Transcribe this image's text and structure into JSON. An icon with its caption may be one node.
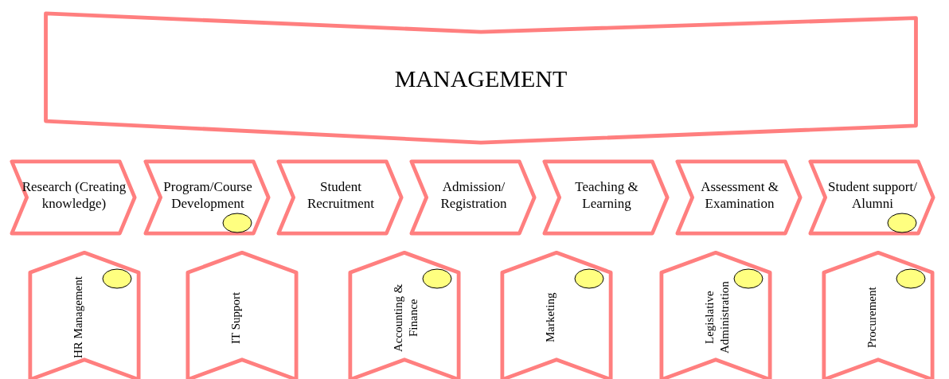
{
  "diagram": {
    "nodes": [
      {
        "text": [
          "MANAGEMENT"
        ]
      },
      {
        "text": [
          "Research (Creating knowledge)"
        ]
      },
      {
        "text": [
          "Program/Course Development"
        ]
      },
      {
        "text": [
          "Student Recruitment"
        ]
      },
      {
        "text": [
          "Admission/ Registration"
        ]
      },
      {
        "text": [
          "Teaching & Learning"
        ]
      },
      {
        "text": [
          "Assessment & Examination"
        ]
      },
      {
        "text": [
          "Student support/ Alumni"
        ]
      },
      {
        "text": [
          "HR Management"
        ]
      },
      {
        "text": [
          "IT Support"
        ]
      },
      {
        "text": [
          "Accounting & Finance"
        ]
      },
      {
        "text": [
          "Marketing"
        ]
      },
      {
        "text": [
          "Legislative Administration"
        ]
      },
      {
        "text": [
          "Procurement"
        ]
      }
    ]
  }
}
